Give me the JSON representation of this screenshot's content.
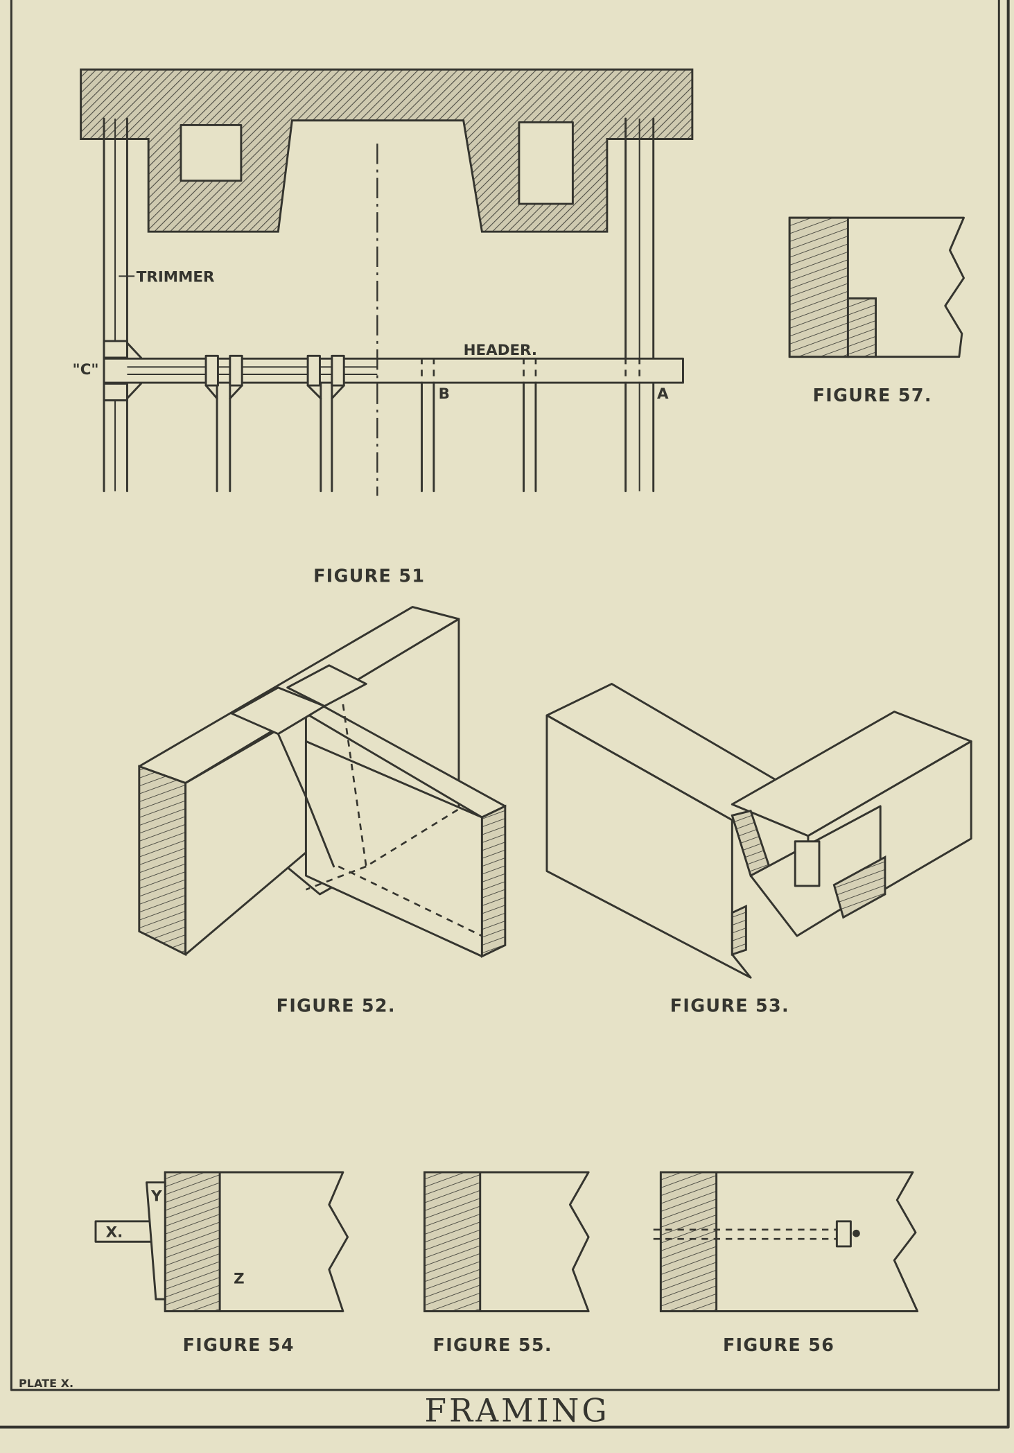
{
  "plate": {
    "number_label": "PLATE X.",
    "title": "FRAMING"
  },
  "figures": {
    "fig51": {
      "caption": "FIGURE 51",
      "labels": {
        "trimmer": "TRIMMER",
        "header": "HEADER.",
        "c": "\"C\"",
        "a": "A",
        "b": "B"
      }
    },
    "fig52": {
      "caption": "FIGURE 52."
    },
    "fig53": {
      "caption": "FIGURE 53."
    },
    "fig54": {
      "caption": "FIGURE 54",
      "labels": {
        "x": "X.",
        "y": "Y",
        "z": "Z"
      }
    },
    "fig55": {
      "caption": "FIGURE 55."
    },
    "fig56": {
      "caption": "FIGURE 56"
    },
    "fig57": {
      "caption": "FIGURE 57."
    }
  },
  "colors": {
    "paper": "#e6e2c7",
    "ink": "#35352f"
  }
}
